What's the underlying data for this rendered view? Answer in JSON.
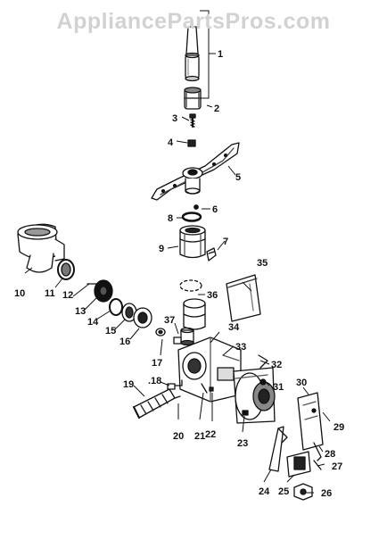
{
  "watermark": "AppliancePartsPros.com",
  "callouts": [
    "1",
    "2",
    "3",
    "4",
    "5",
    "6",
    "7",
    "8",
    "9",
    "10",
    "11",
    "12",
    "13",
    "14",
    "15",
    "16",
    "17",
    ".18",
    "19",
    "20",
    "21",
    "22",
    "23",
    "24",
    "25",
    "26",
    "27",
    "28",
    "29",
    "30",
    "31",
    "32",
    "33",
    "34",
    "35",
    "36",
    "37"
  ]
}
